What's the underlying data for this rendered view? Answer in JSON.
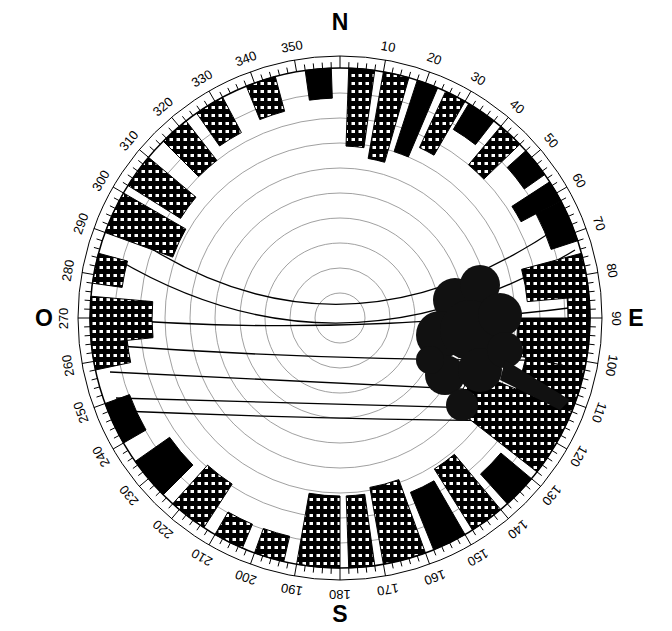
{
  "diagram": {
    "labels": [
      "N",
      "E",
      "S",
      "O",
      "10",
      "20",
      "30",
      "40",
      "50",
      "60",
      "70",
      "80",
      "90",
      "100",
      "110",
      "120",
      "130",
      "140",
      "150",
      "160",
      "170",
      "180",
      "190",
      "200",
      "210",
      "220",
      "230",
      "240",
      "250",
      "260",
      "270",
      "280",
      "290",
      "300",
      "310",
      "320",
      "330",
      "340",
      "350"
    ]
  }
}
